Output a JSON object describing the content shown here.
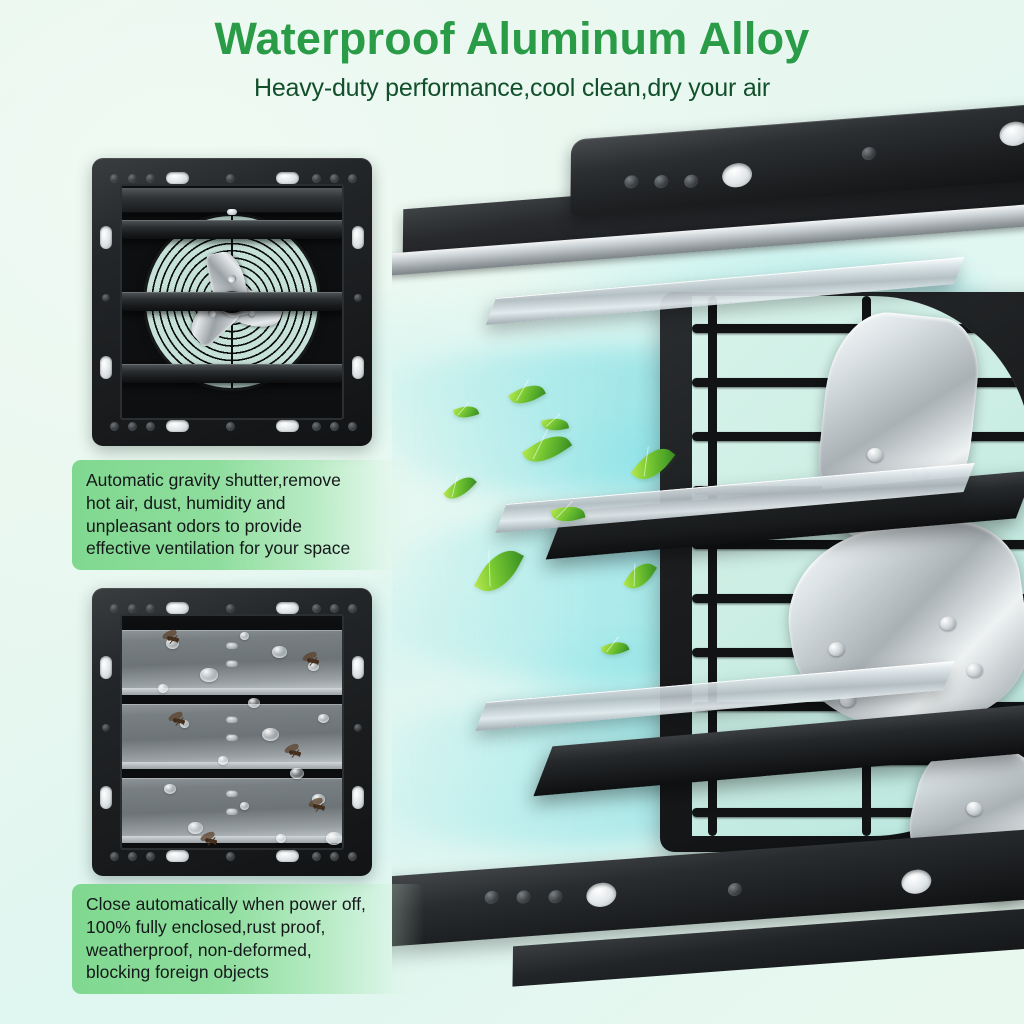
{
  "header": {
    "title": "Waterproof Aluminum Alloy",
    "subtitle": "Heavy-duty performance,cool clean,dry your air",
    "title_color": "#2a9c48",
    "subtitle_color": "#11502a"
  },
  "background": {
    "base_color": "#e9f7ee",
    "accent_color": "#d8f6f2",
    "style": "mint-to-cyan gradient with soft airflow wisps"
  },
  "features": [
    {
      "id": "gravity-shutter",
      "caption": "Automatic gravity shutter,remove\nhot air, dust, humidity and\nunpleasant odors to provide\neffective ventilation for your space",
      "photo_label": "shutter fan with open louvers, wire guard and chrome fan blades"
    },
    {
      "id": "auto-close",
      "caption": "Close automatically when power off,\n100% fully enclosed,rust proof,\nweatherproof, non-deformed,\nblocking foreign objects",
      "photo_label": "closed louvers with water droplets and blocked insects"
    }
  ],
  "caption_style": {
    "fill_color": "#7cd78c",
    "text_color": "#14181a",
    "fade": "left-solid to right-transparent"
  },
  "hero": {
    "label": "close-up cutaway of aluminum shutter exhaust fan",
    "airflow_color": "#40c6d6",
    "metal_color": "#1a1c1e",
    "chrome_color": "#c9d3d7",
    "leaf_color": "#7ccb33",
    "leaf_count": 9,
    "airflow_stream_count": 4,
    "shutter_blade_count": 3
  }
}
